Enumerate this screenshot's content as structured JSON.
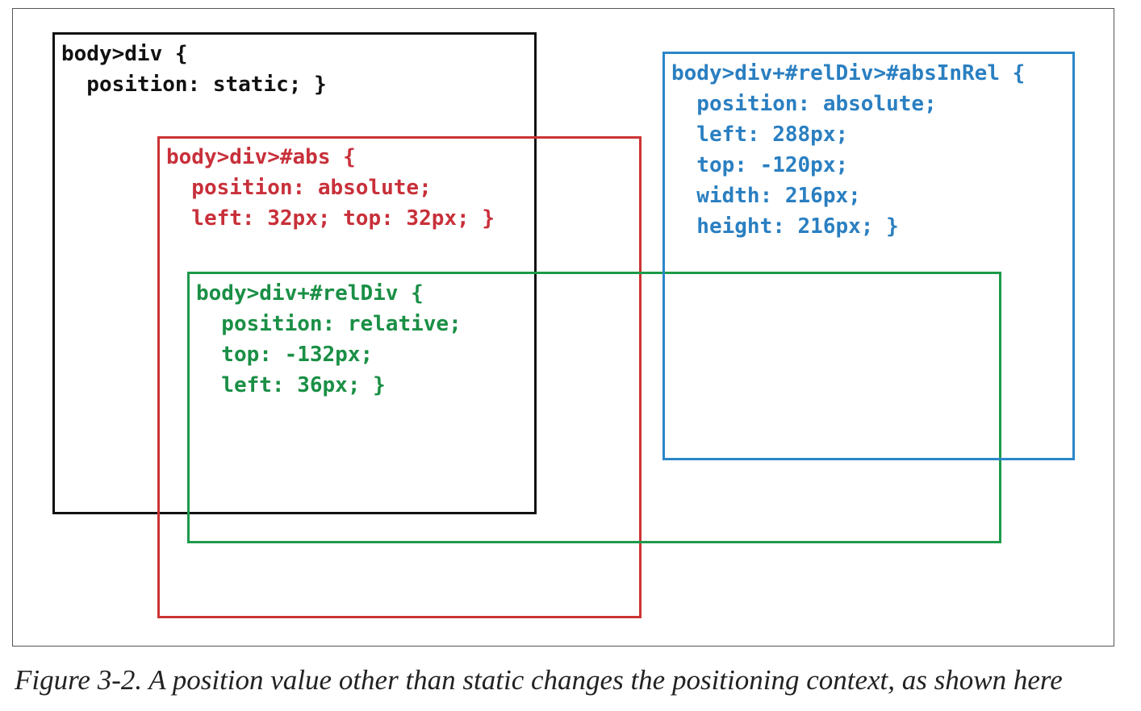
{
  "diagram": {
    "boxes": [
      {
        "id": "static",
        "color": "#111111",
        "code": "body>div {\n  position: static; }"
      },
      {
        "id": "abs",
        "color": "#c8303a",
        "code": "body>div>#abs {\n  position: absolute;\n  left: 32px; top: 32px; }"
      },
      {
        "id": "relDiv",
        "color": "#1a8f45",
        "code": "body>div+#relDiv {\n  position: relative;\n  top: -132px;\n  left: 36px; }"
      },
      {
        "id": "absInRel",
        "color": "#2a7fc1",
        "code": "body>div+#relDiv>#absInRel {\n  position: absolute;\n  left: 288px;\n  top: -120px;\n  width: 216px;\n  height: 216px; }"
      }
    ]
  },
  "caption": "Figure 3-2. A position value other than static changes the positioning context, as shown here"
}
